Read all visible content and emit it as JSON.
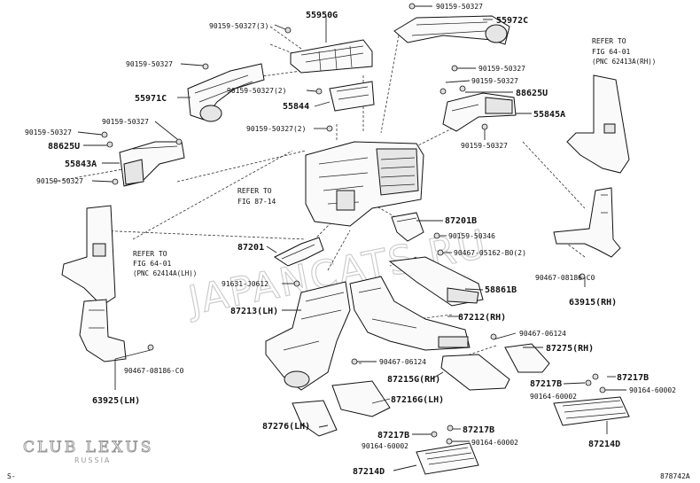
{
  "diagram_id": "878742A",
  "corner_mark": "S-",
  "watermark": "JAPANCATS.RU",
  "logo": {
    "main": "CLUB LEXUS",
    "sub": "RUSSIA"
  },
  "callouts": {
    "c90159_50327_top": "90159-50327",
    "c55972C": "55972C",
    "c90159_50327_3": "90159-50327(3)",
    "c55950G": "55950G",
    "c90159_50327_l1": "90159-50327",
    "c90159_50327_2a": "90159-50327(2)",
    "c55971C": "55971C",
    "c55844": "55844",
    "c90159_50327_2b": "90159-50327(2)",
    "c90159_50327_l2": "90159-50327",
    "c90159_50327_l3": "90159-50327",
    "c88625U_l": "88625U",
    "c55843A": "55843A",
    "c90159_50327_l4": "90159-50327",
    "c90159_50327_r1": "90159-50327",
    "c90159_50327_r2": "90159-50327",
    "c88625U_r": "88625U",
    "c55845A": "55845A",
    "c90159_50327_r3": "90159-50327",
    "c87201B": "87201B",
    "c90159_50346": "90159-50346",
    "c87201": "87201",
    "c90467_05162": "90467-05162-B0(2)",
    "c90467_08186_r": "90467-08186-C0",
    "c91631": "91631-J0612",
    "c58861B": "58861B",
    "c63915": "63915(RH)",
    "c87213": "87213(LH)",
    "c87212": "87212(RH)",
    "c90467_06124_r": "90467-06124",
    "c87275": "87275(RH)",
    "c90467_06124_c": "90467-06124",
    "c87215G": "87215G(RH)",
    "c87216G": "87216G(LH)",
    "c87217B_a": "87217B",
    "c87217B_b": "87217B",
    "c90164_60002_a": "90164-60002",
    "c90164_60002_b": "90164-60002",
    "c90467_08186_l": "90467-08186-C0",
    "c63925": "63925(LH)",
    "c87276": "87276(LH)",
    "c87217B_c": "87217B",
    "c87217B_d": "87217B",
    "c90164_60002_c": "90164-60002",
    "c90164_60002_d": "90164-60002",
    "c87214D_r": "87214D",
    "c87214D_c": "87214D"
  },
  "notes": {
    "refer_rh": {
      "l1": "REFER TO",
      "l2": "FIG 64-01",
      "l3": "(PNC 62413A(RH))"
    },
    "refer_87": {
      "l1": "REFER TO",
      "l2": "FIG 87-14"
    },
    "refer_lh": {
      "l1": "REFER TO",
      "l2": "FIG 64-01",
      "l3": "(PNC 62414A(LH))"
    }
  }
}
